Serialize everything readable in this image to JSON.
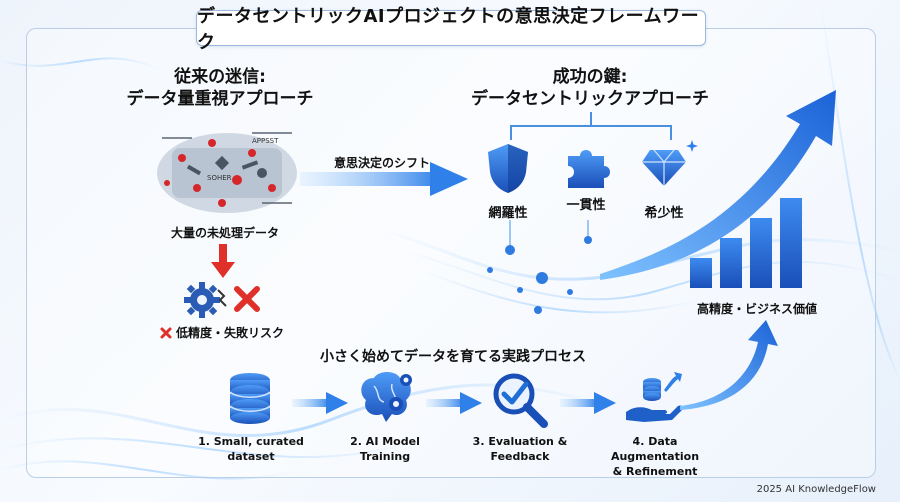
{
  "title": "データセントリックAIプロジェクトの意思決定フレームワーク",
  "left": {
    "heading_line1": "従来の迷信:",
    "heading_line2": "データ量重視アプローチ",
    "data_label": "大量の未処理データ",
    "risk_label": "低精度・失敗リスク",
    "noise_words": [
      "APPSST",
      "SOHER"
    ]
  },
  "shift_label": "意思決定のシフト",
  "right": {
    "heading_line1": "成功の鍵:",
    "heading_line2": "データセントリックアプローチ",
    "attributes": [
      {
        "label": "網羅性",
        "icon": "shield-icon"
      },
      {
        "label": "一貫性",
        "icon": "puzzle-icon"
      },
      {
        "label": "希少性",
        "icon": "diamond-icon"
      }
    ],
    "value_label": "高精度・ビジネス価値"
  },
  "process": {
    "heading": "小さく始めてデータを育てる実践プロセス",
    "steps": [
      {
        "line1": "1. Small, curated",
        "line2": "dataset",
        "icon": "database-icon"
      },
      {
        "line1": "2. AI Model",
        "line2": "Training",
        "icon": "brain-gear-icon"
      },
      {
        "line1": "3. Evaluation &",
        "line2": "Feedback",
        "icon": "magnifier-check-icon"
      },
      {
        "line1": "4. Data Augmentation",
        "line2": "& Refinement",
        "icon": "hand-data-icon"
      }
    ]
  },
  "footer": "2025 AI KnowledgeFlow",
  "colors": {
    "accent": "#1f6fd6",
    "dark_blue": "#1747a6",
    "red": "#e0302a",
    "border": "#9bb8dd"
  }
}
